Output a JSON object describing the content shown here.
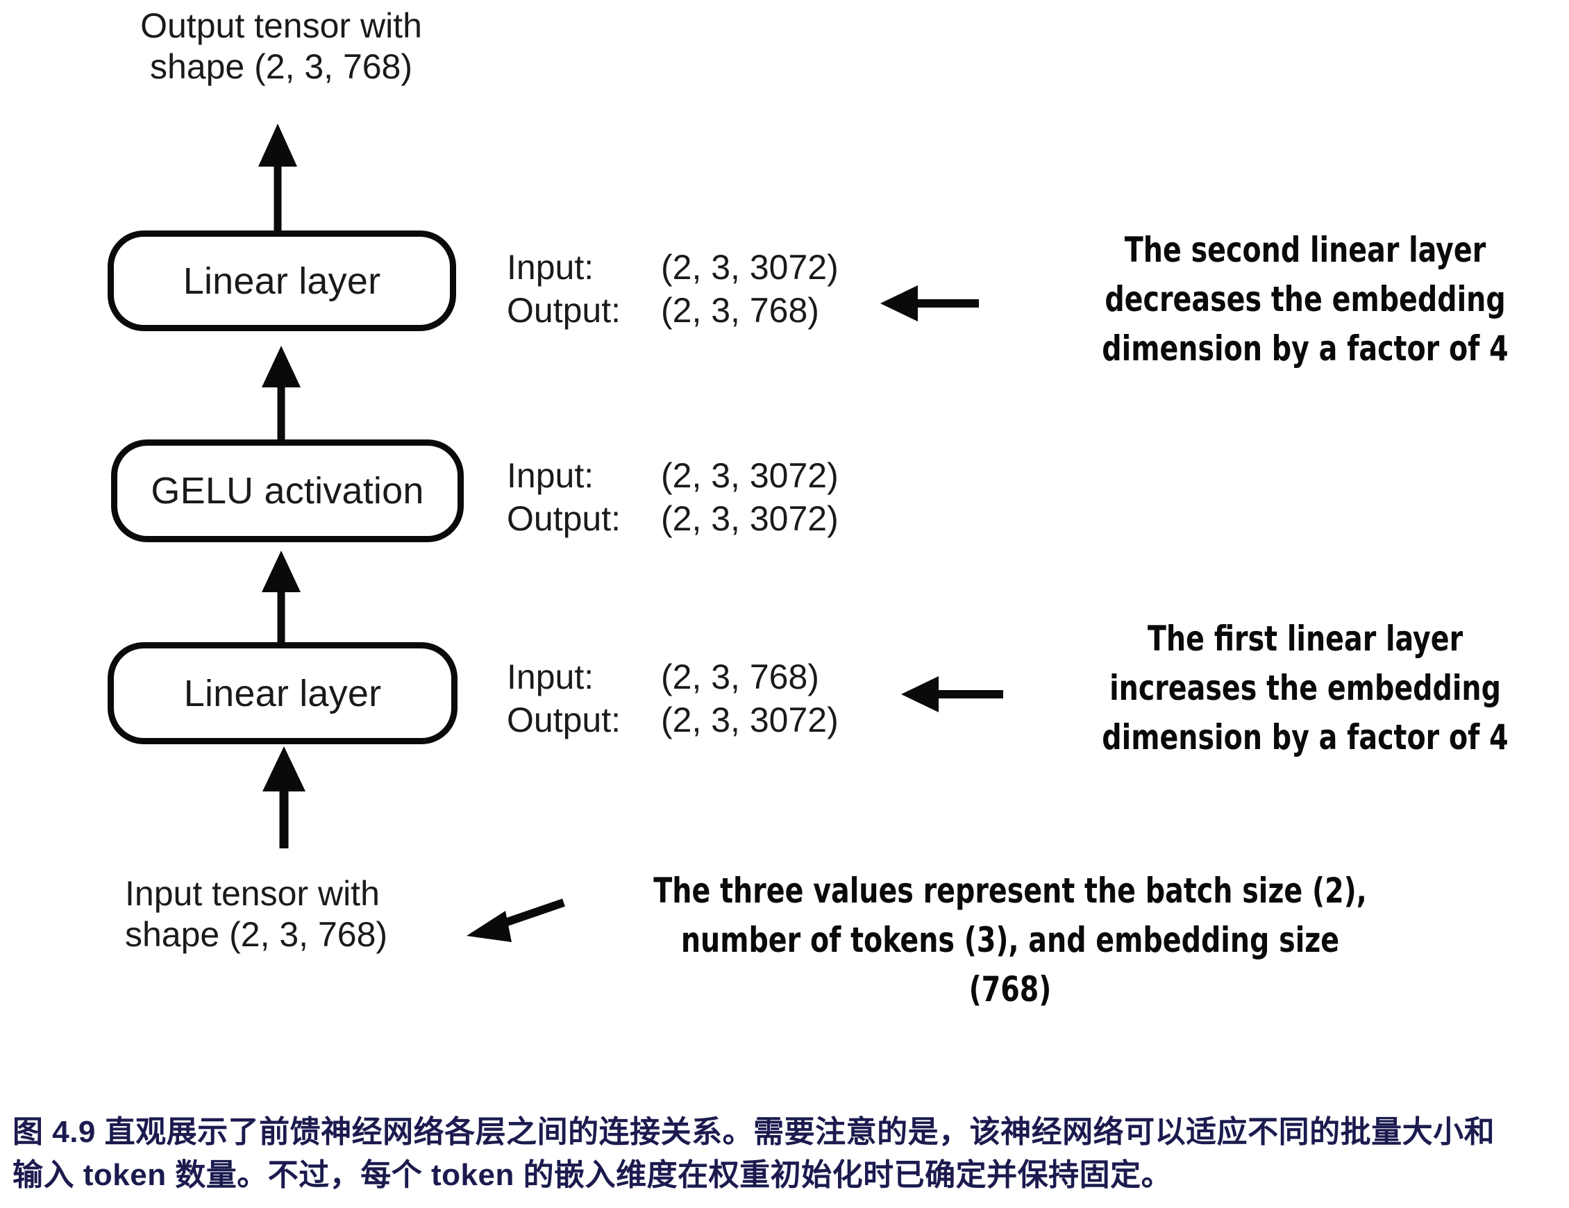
{
  "figure": {
    "output_label": "Output tensor with\nshape (2, 3, 768)",
    "input_label": "Input tensor with\nshape (2, 3, 768)",
    "blocks": [
      {
        "name": "linear-layer-2",
        "label": "Linear layer"
      },
      {
        "name": "gelu-activation",
        "label": "GELU activation"
      },
      {
        "name": "linear-layer-1",
        "label": "Linear layer"
      }
    ],
    "io_blocks": [
      {
        "name": "io-linear-layer-2",
        "input_key": "Input:",
        "input_value": "(2, 3, 3072)",
        "output_key": "Output:",
        "output_value": "(2, 3, 768)"
      },
      {
        "name": "io-gelu-activation",
        "input_key": "Input:",
        "input_value": "(2, 3, 3072)",
        "output_key": "Output:",
        "output_value": "(2, 3, 3072)"
      },
      {
        "name": "io-linear-layer-1",
        "input_key": "Input:",
        "input_value": "(2, 3, 768)",
        "output_key": "Output:",
        "output_value": "(2, 3, 3072)"
      }
    ],
    "annotations": [
      {
        "name": "annotation-second-linear-layer",
        "text": "The second linear layer\ndecreases the embedding\ndimension by a factor of 4"
      },
      {
        "name": "annotation-first-linear-layer",
        "text": "The first linear layer\nincreases the embedding\ndimension by a factor of 4"
      },
      {
        "name": "annotation-three-values",
        "text": "The three values represent the batch size (2),\nnumber of tokens (3), and embedding size\n(768)"
      }
    ]
  },
  "caption": {
    "text": "图 4.9 直观展示了前馈神经网络各层之间的连接关系。需要注意的是，该神经网络可以适应不同的批量大小和\n输入 token 数量。不过，每个 token 的嵌入维度在权重初始化时已确定并保持固定。"
  },
  "colors": {
    "ink": "#0a0a0a",
    "caption": "#1b1b4f",
    "background": "#ffffff"
  }
}
